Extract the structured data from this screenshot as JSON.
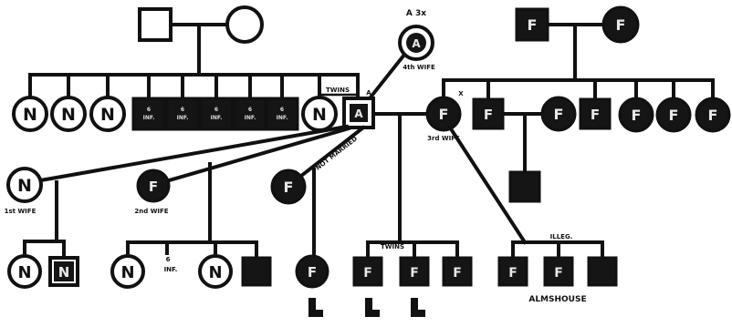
{
  "letters": {
    "normal": "N",
    "feebleminded": "F",
    "alcoholic": "A"
  },
  "labels": {
    "third_husband_tag": "A 3x",
    "fourth_wife": "4th WIFE",
    "twins_top": "TWINS",
    "twins_bottom": "TWINS",
    "second_wife_left": "2nd WIFE",
    "first_wife": "1st WIFE",
    "third_wife": "3rd WIFE",
    "not_married": "NOT MARRIED",
    "x_mark": "X",
    "a_mark": "A",
    "inf": "INF.",
    "inf_count": "6",
    "inf_count_bottom": "6",
    "ill_marked": "ILLEG.",
    "almshouse": "ALMSHOUSE"
  }
}
